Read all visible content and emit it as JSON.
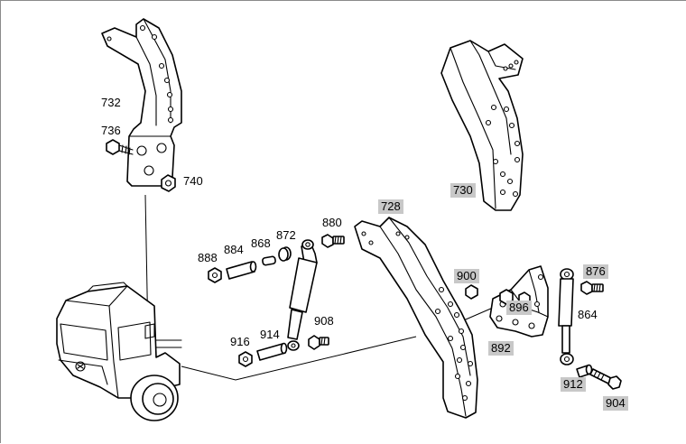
{
  "part_labels": [
    {
      "id": "732",
      "text": "732",
      "highlighted": false
    },
    {
      "id": "736",
      "text": "736",
      "highlighted": false
    },
    {
      "id": "740",
      "text": "740",
      "highlighted": false
    },
    {
      "id": "730",
      "text": "730",
      "highlighted": true
    },
    {
      "id": "728",
      "text": "728",
      "highlighted": true
    },
    {
      "id": "880",
      "text": "880",
      "highlighted": false
    },
    {
      "id": "888",
      "text": "888",
      "highlighted": false
    },
    {
      "id": "884",
      "text": "884",
      "highlighted": false
    },
    {
      "id": "868",
      "text": "868",
      "highlighted": false
    },
    {
      "id": "872",
      "text": "872",
      "highlighted": false
    },
    {
      "id": "900",
      "text": "900",
      "highlighted": true
    },
    {
      "id": "876",
      "text": "876",
      "highlighted": true
    },
    {
      "id": "896",
      "text": "896",
      "highlighted": true
    },
    {
      "id": "864",
      "text": "864",
      "highlighted": false
    },
    {
      "id": "892",
      "text": "892",
      "highlighted": true
    },
    {
      "id": "916",
      "text": "916",
      "highlighted": false
    },
    {
      "id": "914",
      "text": "914",
      "highlighted": false
    },
    {
      "id": "908",
      "text": "908",
      "highlighted": false
    },
    {
      "id": "912",
      "text": "912",
      "highlighted": true
    },
    {
      "id": "904",
      "text": "904",
      "highlighted": true
    }
  ],
  "colors": {
    "line": "#000000",
    "highlight": "#c8c8c8",
    "frame": "#8a8a8a",
    "background": "#ffffff"
  }
}
